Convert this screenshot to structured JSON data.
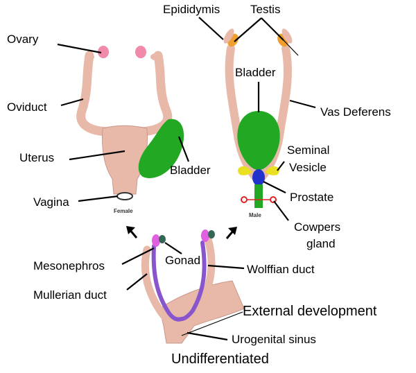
{
  "labels": {
    "ovary": "Ovary",
    "oviduct": "Oviduct",
    "uterus": "Uterus",
    "vagina": "Vagina",
    "bladder_female": "Bladder",
    "female": "Female",
    "epididymis": "Epididymis",
    "testis": "Testis",
    "bladder_male": "Bladder",
    "vas_deferens": "Vas Deferens",
    "seminal": "Seminal",
    "vesicle": "Vesicle",
    "prostate": "Prostate",
    "male": "Male",
    "cowpers": "Cowpers",
    "gland": "gland",
    "mesonephros": "Mesonephros",
    "gonad": "Gonad",
    "wolffian_duct": "Wolffian duct",
    "mullerian_duct": "Mullerian duct",
    "external_development": "External development",
    "urogenital_sinus": "Urogenital sinus",
    "undifferentiated": "Undifferentiated"
  },
  "colors": {
    "tissue": "#e8b9a8",
    "tissue_dark": "#c9978a",
    "bladder": "#22a822",
    "ovary": "#f08aa8",
    "testis": "#f0a030",
    "prostate": "#2233cc",
    "seminal_vesicle": "#e8e020",
    "cowpers": "#dd2222",
    "gonad": "#e060e0",
    "wolffian": "#8855cc",
    "mesonephros": "#336655"
  }
}
